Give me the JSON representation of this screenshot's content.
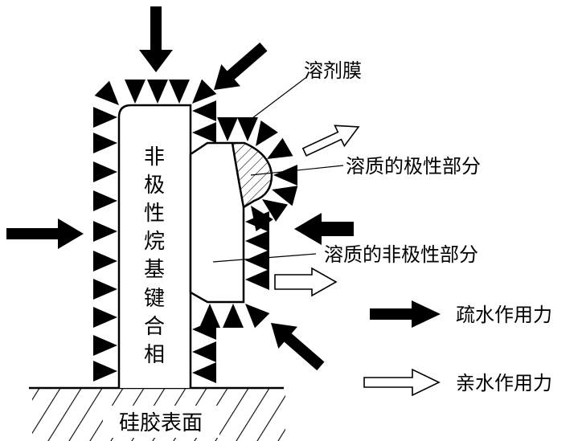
{
  "diagram": {
    "title_labels": {
      "solvent_film": "溶剂膜",
      "solute_polar": "溶质的极性部分",
      "solute_nonpolar": "溶质的非极性部分",
      "stationary_phase": "非极性烷基键合相",
      "silica_surface": "硅胶表面"
    },
    "legend": [
      {
        "symbol": "filled-arrow",
        "label": "疏水作用力"
      },
      {
        "symbol": "hollow-arrow",
        "label": "亲水作用力"
      }
    ],
    "colors": {
      "ink": "#000000",
      "background": "#ffffff"
    }
  }
}
